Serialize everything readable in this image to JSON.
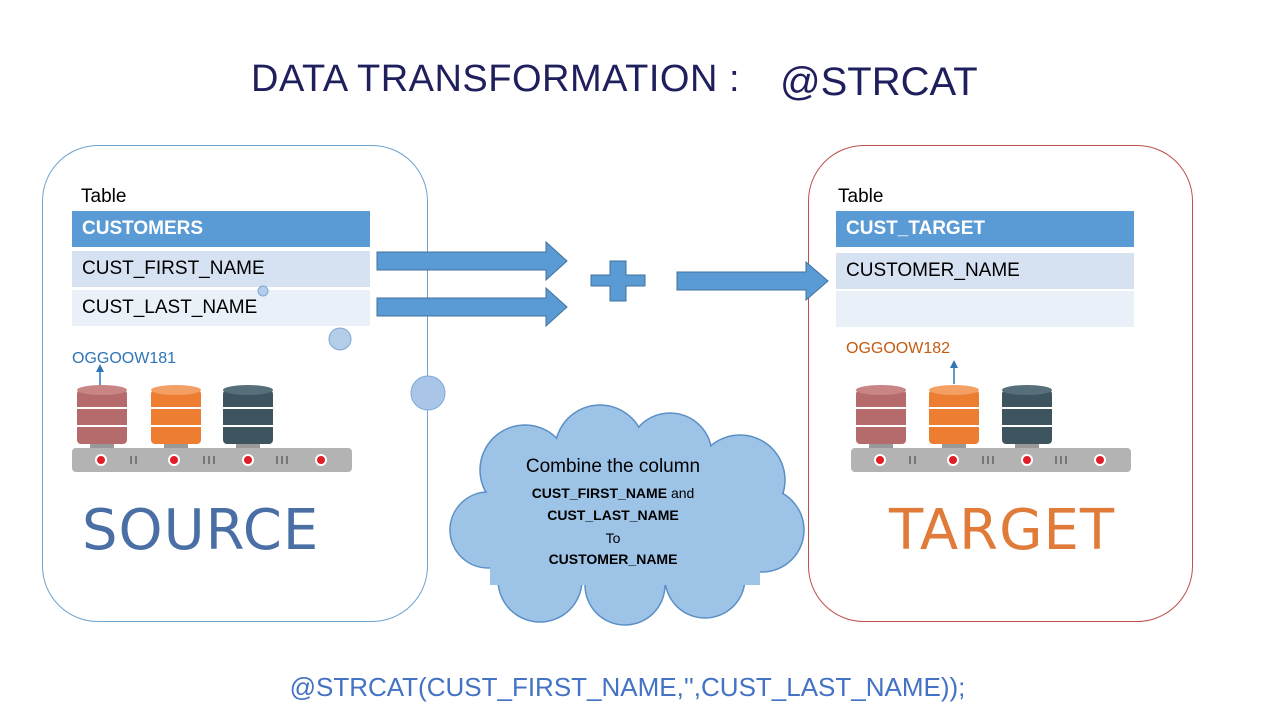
{
  "title": {
    "main": "DATA TRANSFORMATION :",
    "function": "@STRCAT"
  },
  "source": {
    "table_label": "Table",
    "table_name": "CUSTOMERS",
    "columns": [
      "CUST_FIRST_NAME",
      "CUST_LAST_NAME"
    ],
    "server_label": "OGGOOW181",
    "word": "SOURCE"
  },
  "target": {
    "table_label": "Table",
    "table_name": "CUST_TARGET",
    "columns": [
      "CUSTOMER_NAME",
      ""
    ],
    "server_label": "OGGOOW182",
    "word": "TARGET"
  },
  "cloud": {
    "line1": "Combine the column",
    "line2_bold": "CUST_FIRST_NAME",
    "line2_rest": " and",
    "line3": "CUST_LAST_NAME",
    "line4": "To",
    "line5": "CUSTOMER_NAME"
  },
  "formula": "@STRCAT(CUST_FIRST_NAME,'',CUST_LAST_NAME));",
  "colors": {
    "title": "#1f1f5e",
    "table_header": "#5b9bd5",
    "source_border": "#6fa3cf",
    "target_border": "#c0504d",
    "source_word": "#4a6fa5",
    "target_word": "#e07b39",
    "source_server_label": "#2e75b6",
    "target_server_label": "#c55a11",
    "formula": "#4472c4",
    "cloud": "#9dc3e6"
  }
}
